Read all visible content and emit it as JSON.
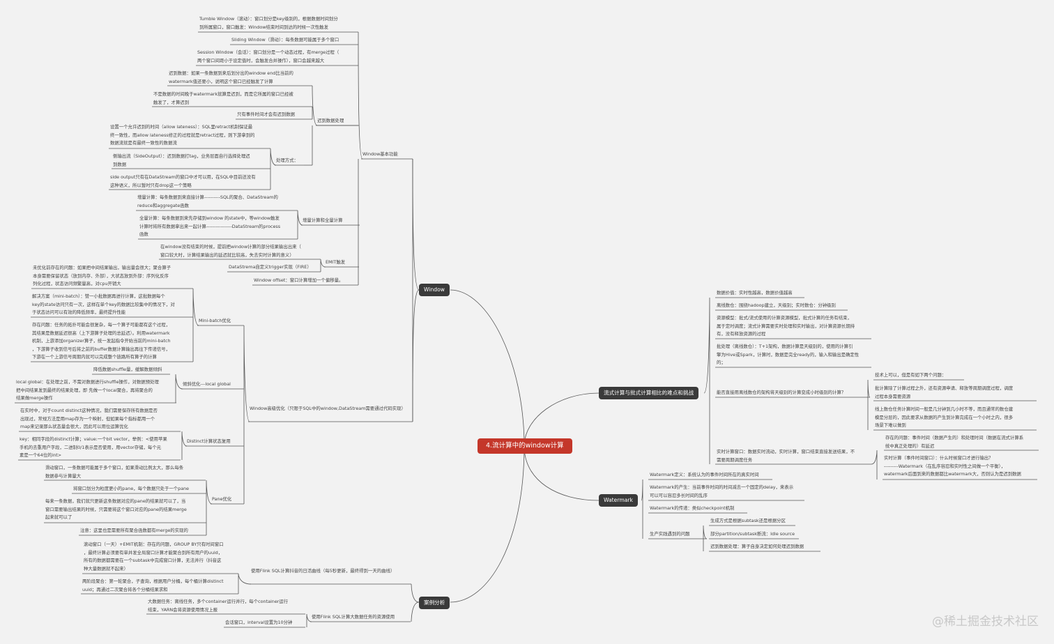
{
  "center": "4.流计算中的window计算",
  "branches": {
    "window": "Window",
    "challenges": "流式计算与批式计算相比的难点和挑战",
    "watermark": "Watermark",
    "cases": "案例分析"
  },
  "sub": {
    "window_basic": "Window基本功能",
    "late_data": "迟到数据处理",
    "process_mode": "处理方式：",
    "incr_full": "增量计算和全量计算",
    "emit": "EMIT触发",
    "window_adv": "Window高级优化（只限于SQL中的window,DataStream需要通过代码实现）",
    "minibatch": "Mini-batch优化",
    "skew": "倾斜优化---local global",
    "distinct": "Distinct计算状态复用",
    "pane": "Pane优化",
    "case1": "使用Flink SQL计算抖音的日活曲线（每5秒更新，最终得到一天的曲线）",
    "case2": "使用Flink SQL计算大数据任务的资源使用",
    "prod_issue": "生产实践遇到的问题"
  },
  "leaves": {
    "tumble": "Tumble Window（滚动）：窗口划分是key级别的，根据数据时间划分\n到所属窗口，窗口触发：Window结束时间到达的时候一次性触发",
    "sliding": "Sliding Window（滑动）：每条数据可能属于多个窗口",
    "session": "Session Window（会话）：窗口划分是一个动态过程，有merge过程（\n两个窗口间距小于设定值时，会触发合并操作），窗口会越来越大",
    "late_def": "迟到数据：如果一条数据到来后划分出的window end比当前的\nwatermark值还要小，说明这个窗口已经触发了计算",
    "late_not": "不是数据的时间晚于watermark就算是迟到，而是它所属的窗口已经被\n触发了，才算迟到",
    "late_only": "只有事件时间才会有迟到数据",
    "allow_lateness": "设置一个允许迟到的时间（allow lateness）：SQL里retract机制保证最\n终一致性，而allow lateness修正的过程就是retract过程，则下游拿到的\n数据流就是有最终一致性的数据流",
    "side_output": "侧输出流（SideOutput）：迟到数据打tag，业务层面自行选择处理迟\n到数据",
    "side_sql": "side output只有在DataStream的窗口中才可以用，在SQL中目前还没有\n这种语义，所以暂时只有drop这一个策略",
    "incr": "增量计算：每条数据到来直接计算----------SQL的聚合、DataStream的\nreduce和aggregate函数",
    "full": "全量计算：每条数据到来先存储到window 的state中，等window触发\n计算时将所有数据拿出来一起计算----------------DataStream的process\n函数",
    "emit_desc": "在window没有结束的时候，提前把window计算的部分结果输出出来（\n窗口较大时，计算结果输出的延迟就比较高，失去实时计算的意义）",
    "emit_trigger": "DataStrema自定义trigger实现（FIRE）",
    "window_offset": "Window offset：窗口计算增加一个偏移量。",
    "mb_problem": "未优化前存在的问题：如果把中间结果输出，输出量会很大；聚合算子\n本身需要保留状态（放到内存、外部），大状态放到外部：序列化反序\n列化过程，状态访问频繁量高，对cpu开销大",
    "mb_solution": "解决方案（mini-batch）：赞一小批数据再进行计算，这批数据每个\nkey的state访问只有一次，这样在单个key的数据比较集中的情况下，对\n于状态访问可以有效的降低频率，最终提升性能",
    "mb_issue": "存在问题：任务的拓扑可能会很复杂，每一个算子可能都有这个过程，\n其结果是数据延迟很高（上下游算子处理的总延迟）。利用watermark\n机制，上游添加organizer算子，统一发起指令开始当前的mini-batch\n，下游算子收到信号后将之前的buffer数据计算输出再往下传递信号，\n下游在一个上游信号周期内就可以完成整个链路所有算子的计算",
    "shuffle": "降低数据shuffle量，缓解数据倾斜",
    "local_global": "local global：在处理之前，不需对数据进行shuffle操作，对数据预处理\n把中间结果发到最终的结果处理，即 先做一个local聚合，再将聚合的\n结果做merge操作",
    "distinct_state": "在实时中，对于count distinct这种情况，我们需要保存所有数据是否\n出现过，常规方法是用map存为一个映射，但如果每个指标都用一个\nmap来记录那么状态量会很大，因此可以用位运算优化",
    "distinct_key": "key：相同字段的distinct计算；value:一个bit vector，举例：<使用苹果\n手机的去重用户字段，二进制0/1表示是否使用，用vector存储，每个元\n素是一个64位的int>",
    "pane_slide": "滑动窗口，一条数据可能属于多个窗口，如果滑动比例太大，那么每条\n数据参与计算量大",
    "pane_split": "将窗口划分为粒度更小的pane，每个数据只处于一个pane",
    "pane_merge": "每来一条数据，我们就只更新这条数据对应的pane的结果就可以了，当\n窗口需要输出结果的时候，只需要将这个窗口对应的pane的结果merge\n起来就可以了",
    "pane_note": "注意：这里也是需要所有聚合函数都有merge的实现的",
    "case1_problem": "滚动窗口（一天）+EMIT机制：存在的问题，GROUP BY只有时间窗口\n，最终计算必须要有单并发全局窗口计算才能聚合到所有用户的uuid，\n所有的数据都需要在一个subtask中完成窗口计算，无法并行（抖音这\n种大量数据就不起来）",
    "case1_two": "两阶段聚合：第一轮聚合，子查询，根据用户分桶，每个桶计算distinct\nuuid；再通过二次聚合将各个分桶结果求和",
    "case2_big": "大数据任务：离线任务，多个container运行并行，每个container运行\n结束，YARN会将资源使用情况上报",
    "case2_session": "会话窗口，interval设置为10分钟",
    "ch_value": "数据价值：实时性越高，数据价值越高",
    "ch_offline": "离线数仓：围绕hadoop建立，天级别；实时数仓：分钟级别",
    "ch_resource": "资源模型：批式/流式使用的计算资源模型，批式计算的任务有结束，\n属于定时调度；流式计算需要实时处理和实时输出，对计算资源长期持\n有，没有释放资源的过程",
    "ch_batch": "批处理（离线数仓）：T+1架构，数据计算是天级别的，使用的计算引\n擎为Hive或Spark，计算时，数据是完全ready的，输入和输出是确定性\n的；",
    "ch_question": "能否直接用离线数仓的架构将天级别的计算变成小时级别的计算？",
    "ch_tech": "技术上可以，但是有如下两个问题：",
    "ch_p1": "批计算除了计算过程之外，还有资源申请、释放等周期调度过程，调度\n过程本身需要资源",
    "ch_p2": "线上数仓任务计算时间一般是几分钟到几小时不等，而且通常的数仓建\n模是分层的，因此要求从数据的产生到计算完成在一个小时之内，很多\n场景下难以做到",
    "ch_realtime": "实时计算窗口：数据实时流动，实时计算，窗口结束直接发送结果，不\n需要周期调度任务",
    "ch_time_issue": "存在的问题：事件时间（数据产生的）和处理时间（数据在流式计算系\n统中真正处理的）有延迟",
    "ch_trigger": "实时计算（事件时间窗口）：什么时候窗口才进行输出？\n---------Watermark（在乱序容忍和实时性之间做一个平衡），\nwatermark后面到来的数据都比watermark大，否则认为是迟到数据",
    "wm_def": "Watermark定义：系统认为的事件时间所在的真实时间",
    "wm_gen": "Watermark的产生：当前事件时间的时间减去一个固定的delay，来表示\n可以可以容忍多长时间的乱序",
    "wm_pass": "Watermark的传递：类似checkpoint机制",
    "wm_gen_mode": "生成方式是根据subtask还是根据分区",
    "wm_idle": "部分partition/subtask断流：Idle source",
    "wm_late": "迟到数据处理：算子自身决定如何处理迟到数据"
  },
  "watermark_text": "@稀土掘金技术社区"
}
